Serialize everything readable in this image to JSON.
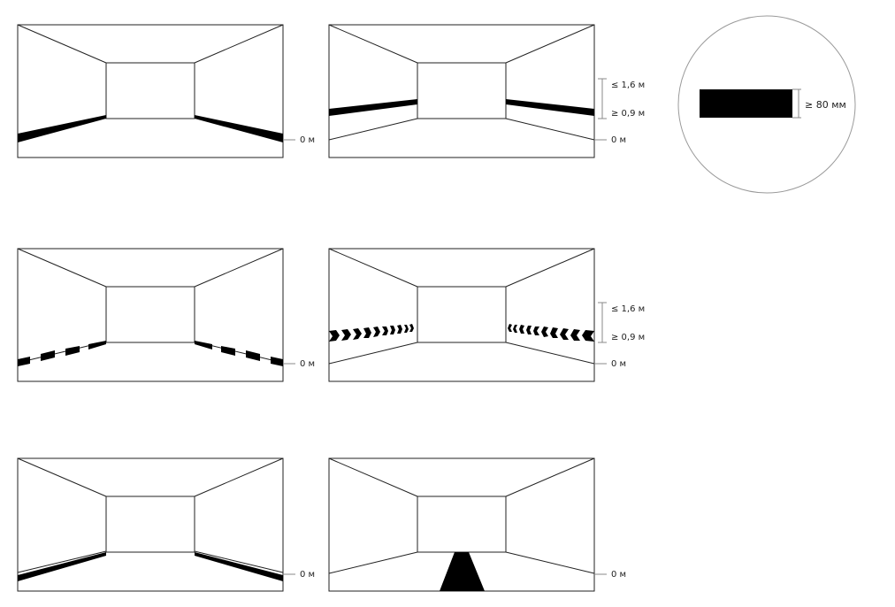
{
  "labels": {
    "zero": "0 м",
    "max_height": "≤ 1,6 м",
    "min_height": "≥ 0,9 м",
    "stripe_width": "≥ 80 мм"
  },
  "colors": {
    "ink": "#000000",
    "line": "#222222",
    "circle": "#9a9a9a",
    "bracket": "#888888"
  },
  "panels": [
    {
      "id": "floor-solid-stripe",
      "marking": "floor-solid"
    },
    {
      "id": "wall-solid-stripe",
      "marking": "wall-solid"
    },
    {
      "id": "floor-dashed-stripe",
      "marking": "floor-dashed"
    },
    {
      "id": "wall-chevron-stripe",
      "marking": "wall-chevrons"
    },
    {
      "id": "floor-solid-stripe-2",
      "marking": "floor-solid"
    },
    {
      "id": "floor-center-triangle",
      "marking": "floor-triangle"
    }
  ]
}
